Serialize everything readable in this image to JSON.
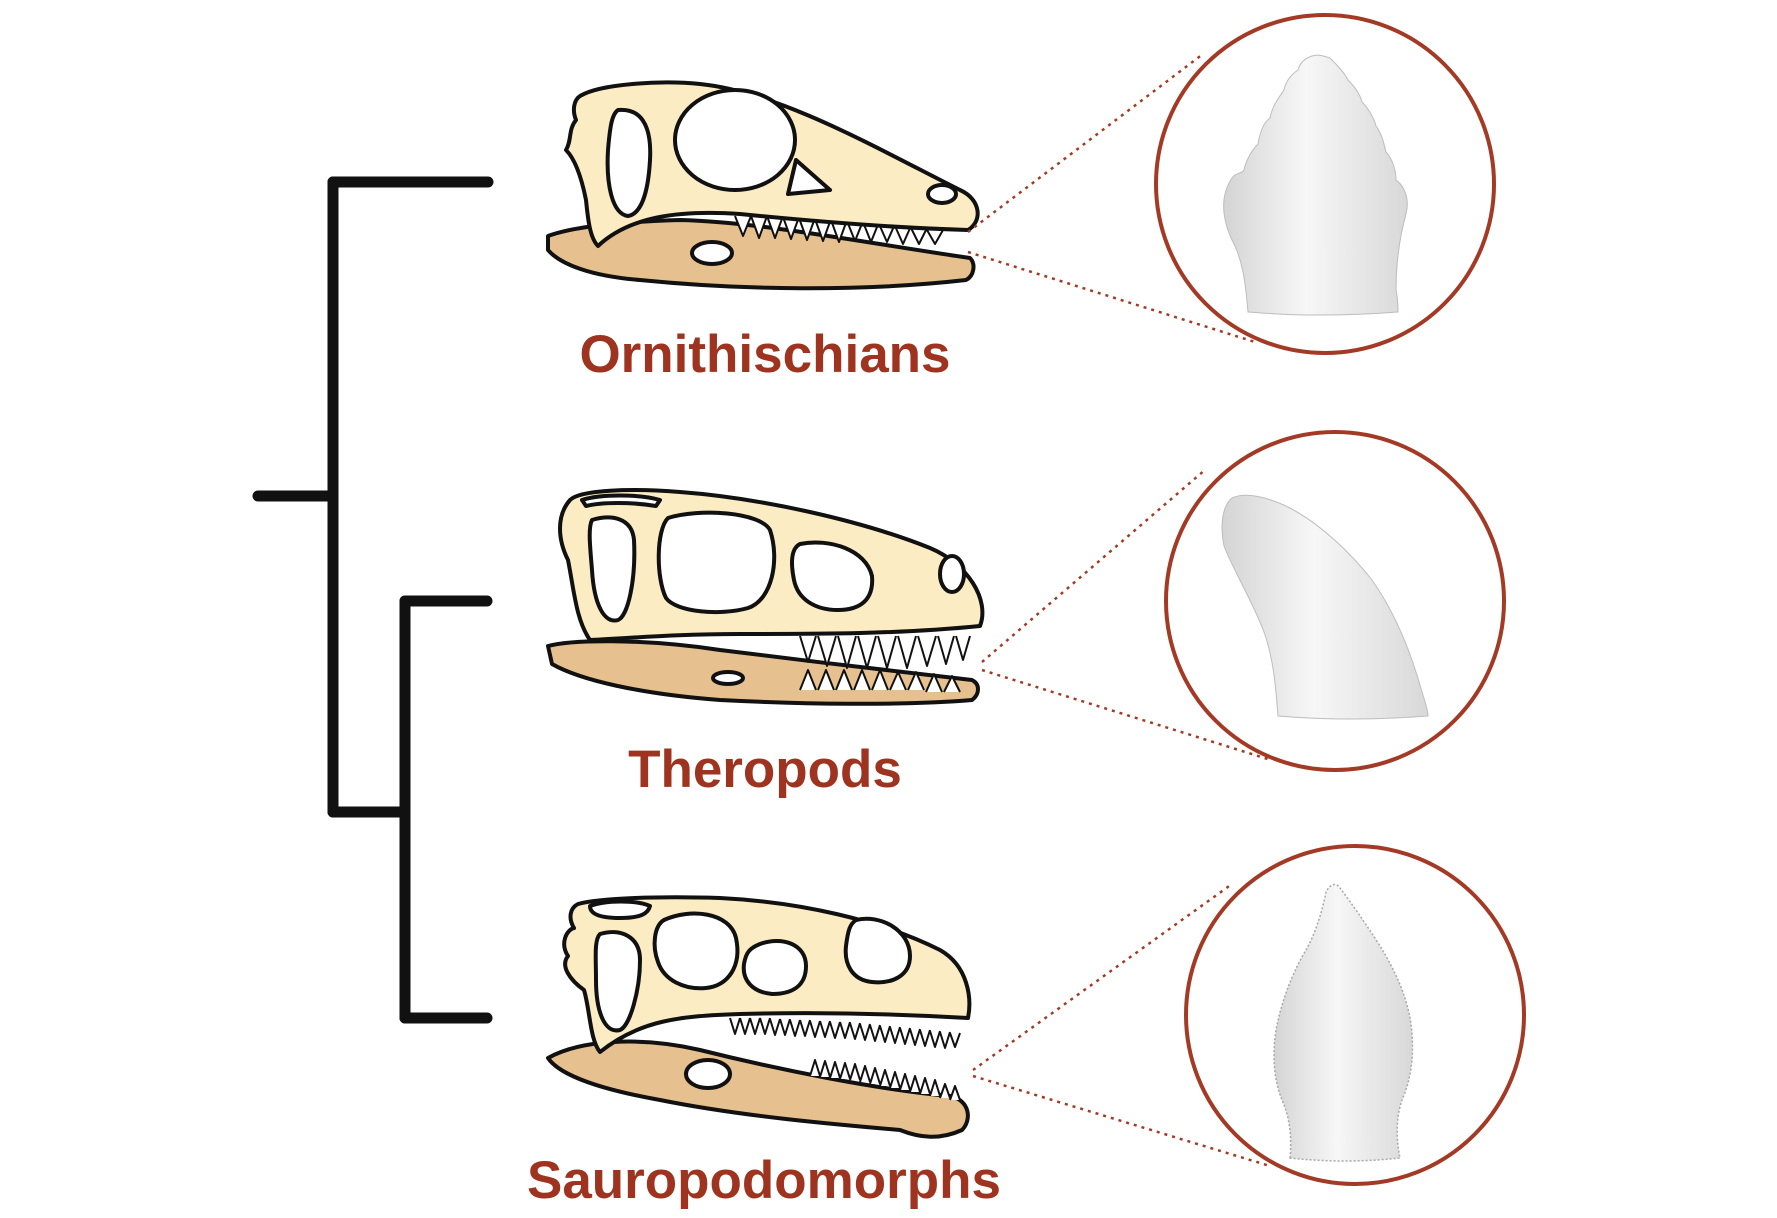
{
  "colors": {
    "label": "#9e331f",
    "skull": "#fcecc4",
    "jaw": "#e6c18f",
    "outline": "#111111",
    "circle": "#a33a25",
    "tooth": "#ececec"
  },
  "clades": [
    {
      "id": "ornithischians",
      "label": "Ornithischians"
    },
    {
      "id": "theropods",
      "label": "Theropods"
    },
    {
      "id": "sauropodomorphs",
      "label": "Sauropodomorphs"
    }
  ]
}
